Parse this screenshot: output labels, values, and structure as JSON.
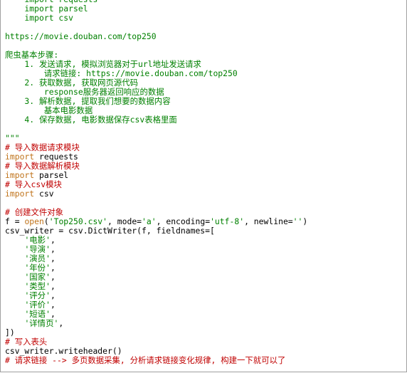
{
  "colors": {
    "string": "#008000",
    "comment": "#c00000",
    "keyword": "#c0731a",
    "plain": "#000000",
    "background": "#ffffff"
  },
  "lines": [
    [
      {
        "t": "    import requests",
        "c": "string"
      }
    ],
    [
      {
        "t": "    import parsel",
        "c": "string"
      }
    ],
    [
      {
        "t": "    import csv",
        "c": "string"
      }
    ],
    [
      {
        "t": "",
        "c": "string"
      }
    ],
    [
      {
        "t": "https://movie.douban.com/top250",
        "c": "string"
      }
    ],
    [
      {
        "t": "",
        "c": "string"
      }
    ],
    [
      {
        "t": "爬虫基本步骤:",
        "c": "string"
      }
    ],
    [
      {
        "t": "    1. 发送请求, 模拟浏览器对于url地址发送请求",
        "c": "string"
      }
    ],
    [
      {
        "t": "        请求链接: https://movie.douban.com/top250",
        "c": "string"
      }
    ],
    [
      {
        "t": "    2. 获取数据, 获取网页源代码",
        "c": "string"
      }
    ],
    [
      {
        "t": "        response服务器返回响应的数据",
        "c": "string"
      }
    ],
    [
      {
        "t": "    3. 解析数据, 提取我们想要的数据内容",
        "c": "string"
      }
    ],
    [
      {
        "t": "        基本电影数据",
        "c": "string"
      }
    ],
    [
      {
        "t": "    4. 保存数据, 电影数据保存csv表格里面",
        "c": "string"
      }
    ],
    [
      {
        "t": "",
        "c": "string"
      }
    ],
    [
      {
        "t": "\"\"\"",
        "c": "string"
      }
    ],
    [
      {
        "t": "# 导入数据请求模块",
        "c": "comment"
      }
    ],
    [
      {
        "t": "import",
        "c": "keyword"
      },
      {
        "t": " requests",
        "c": "plain"
      }
    ],
    [
      {
        "t": "# 导入数据解析模块",
        "c": "comment"
      }
    ],
    [
      {
        "t": "import",
        "c": "keyword"
      },
      {
        "t": " parsel",
        "c": "plain"
      }
    ],
    [
      {
        "t": "# 导入csv模块",
        "c": "comment"
      }
    ],
    [
      {
        "t": "import",
        "c": "keyword"
      },
      {
        "t": " csv",
        "c": "plain"
      }
    ],
    [
      {
        "t": "",
        "c": "plain"
      }
    ],
    [
      {
        "t": "# 创建文件对象",
        "c": "comment"
      }
    ],
    [
      {
        "t": "f = ",
        "c": "plain"
      },
      {
        "t": "open",
        "c": "keyword"
      },
      {
        "t": "(",
        "c": "plain"
      },
      {
        "t": "'Top250.csv'",
        "c": "string"
      },
      {
        "t": ", mode=",
        "c": "plain"
      },
      {
        "t": "'a'",
        "c": "string"
      },
      {
        "t": ", encoding=",
        "c": "plain"
      },
      {
        "t": "'utf-8'",
        "c": "string"
      },
      {
        "t": ", newline=",
        "c": "plain"
      },
      {
        "t": "''",
        "c": "string"
      },
      {
        "t": ")",
        "c": "plain"
      }
    ],
    [
      {
        "t": "csv_writer = csv.DictWriter(f, fieldnames=[",
        "c": "plain"
      }
    ],
    [
      {
        "t": "    ",
        "c": "plain"
      },
      {
        "t": "'电影'",
        "c": "string"
      },
      {
        "t": ",",
        "c": "plain"
      }
    ],
    [
      {
        "t": "    ",
        "c": "plain"
      },
      {
        "t": "'导演'",
        "c": "string"
      },
      {
        "t": ",",
        "c": "plain"
      }
    ],
    [
      {
        "t": "    ",
        "c": "plain"
      },
      {
        "t": "'演员'",
        "c": "string"
      },
      {
        "t": ",",
        "c": "plain"
      }
    ],
    [
      {
        "t": "    ",
        "c": "plain"
      },
      {
        "t": "'年份'",
        "c": "string"
      },
      {
        "t": ",",
        "c": "plain"
      }
    ],
    [
      {
        "t": "    ",
        "c": "plain"
      },
      {
        "t": "'国家'",
        "c": "string"
      },
      {
        "t": ",",
        "c": "plain"
      }
    ],
    [
      {
        "t": "    ",
        "c": "plain"
      },
      {
        "t": "'类型'",
        "c": "string"
      },
      {
        "t": ",",
        "c": "plain"
      }
    ],
    [
      {
        "t": "    ",
        "c": "plain"
      },
      {
        "t": "'评分'",
        "c": "string"
      },
      {
        "t": ",",
        "c": "plain"
      }
    ],
    [
      {
        "t": "    ",
        "c": "plain"
      },
      {
        "t": "'评价'",
        "c": "string"
      },
      {
        "t": ",",
        "c": "plain"
      }
    ],
    [
      {
        "t": "    ",
        "c": "plain"
      },
      {
        "t": "'短语'",
        "c": "string"
      },
      {
        "t": ",",
        "c": "plain"
      }
    ],
    [
      {
        "t": "    ",
        "c": "plain"
      },
      {
        "t": "'详情页'",
        "c": "string"
      },
      {
        "t": ",",
        "c": "plain"
      }
    ],
    [
      {
        "t": "])",
        "c": "plain"
      }
    ],
    [
      {
        "t": "# 写入表头",
        "c": "comment"
      }
    ],
    [
      {
        "t": "csv_writer.writeheader()",
        "c": "plain"
      }
    ],
    [
      {
        "t": "# 请求链接 --> 多页数据采集, 分析请求链接变化规律, 构建一下就可以了",
        "c": "comment"
      }
    ]
  ]
}
